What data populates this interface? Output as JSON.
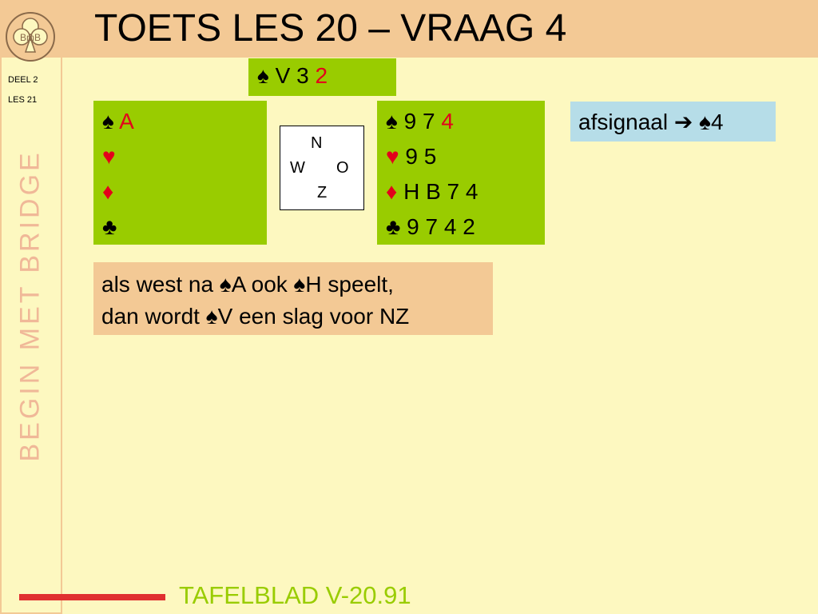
{
  "header": {
    "title": "TOETS LES 20 – VRAAG 4"
  },
  "sidebar": {
    "logo_text": "BmB",
    "deel": "DEEL 2",
    "les": "LES 21",
    "vertical_title": "BEGIN MET BRIDGE"
  },
  "north": {
    "spade_sym": "♠",
    "spade_plain": "V 3",
    "spade_red": "2"
  },
  "west": {
    "spade_sym": "♠",
    "spade_red": "A",
    "heart_sym": "♥",
    "diamond_sym": "♦",
    "club_sym": "♣"
  },
  "compass": {
    "n": "N",
    "w": "W",
    "o": "O",
    "z": "Z"
  },
  "east": {
    "spade_sym": "♠",
    "spade_plain": "9 7",
    "spade_red": "4",
    "heart_sym": "♥",
    "heart_plain": "9 5",
    "diamond_sym": "♦",
    "diamond_plain": "H B 7 4",
    "club_sym": "♣",
    "club_plain": "9 7 4 2"
  },
  "signal": {
    "text": "afsignaal",
    "arrow": "➔",
    "value": "♠4"
  },
  "note": {
    "line1": "als west na ♠A ook ♠H speelt,",
    "line2": "dan wordt ♠V een slag voor NZ"
  },
  "footer": {
    "text": "TAFELBLAD V-20.91"
  },
  "colors": {
    "green": "#99cc00",
    "orange": "#f3c995",
    "background": "#fdf8c0",
    "blue": "#b6dde8",
    "red": "#e3001b"
  }
}
